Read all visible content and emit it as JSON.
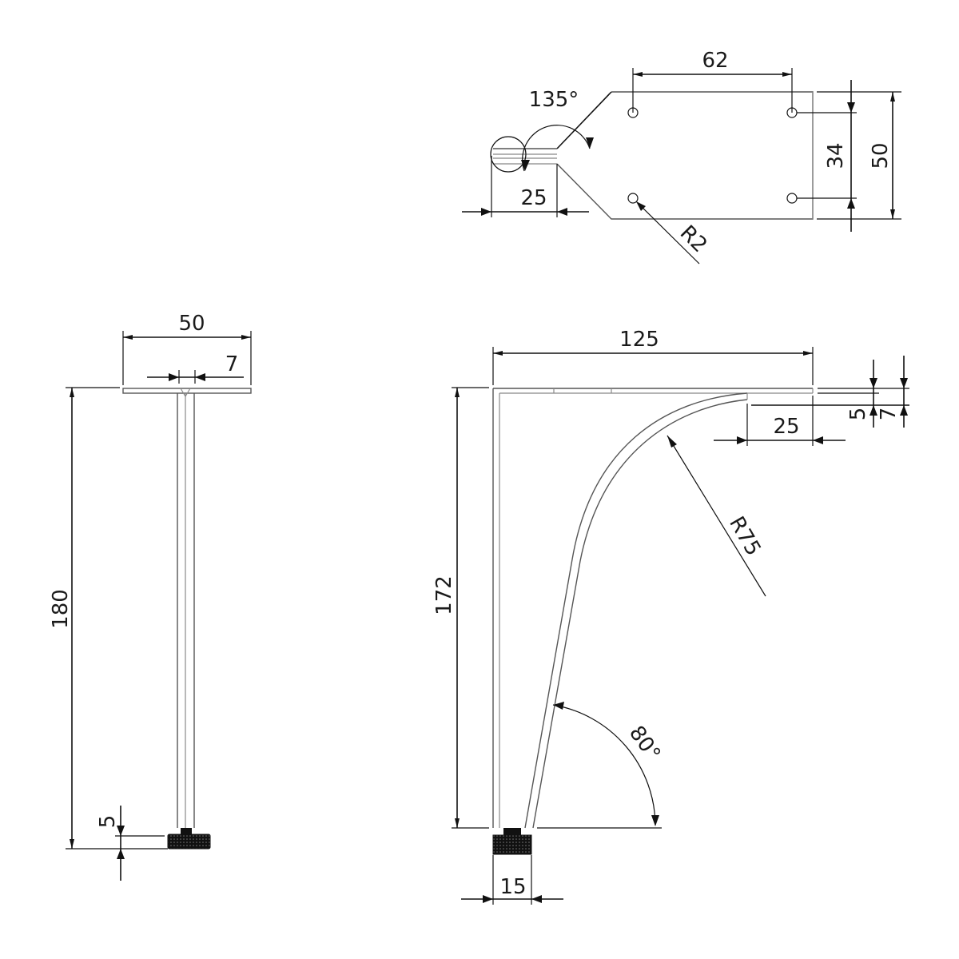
{
  "drawing": {
    "title": "Furniture leg / bracket technical drawing",
    "views": {
      "top_view": {
        "dims": {
          "hole_spacing_horizontal": "62",
          "hole_spacing_vertical": "34",
          "plate_width": "50",
          "tab_length": "25",
          "bend_angle": "135°",
          "hole_radius": "R2"
        }
      },
      "side_view": {
        "dims": {
          "top_width": "50",
          "web_thickness": "7",
          "total_height": "180",
          "foot_height": "5"
        }
      },
      "front_view": {
        "dims": {
          "top_length": "125",
          "tab_length": "25",
          "plate_thickness": "5",
          "tab_offset": "7",
          "height": "172",
          "curve_radius": "R75",
          "leg_angle": "80°",
          "foot_width": "15"
        }
      }
    },
    "colors": {
      "line": "#111111",
      "part_edge": "#555555",
      "foot": "#111111",
      "background": "#ffffff"
    }
  }
}
